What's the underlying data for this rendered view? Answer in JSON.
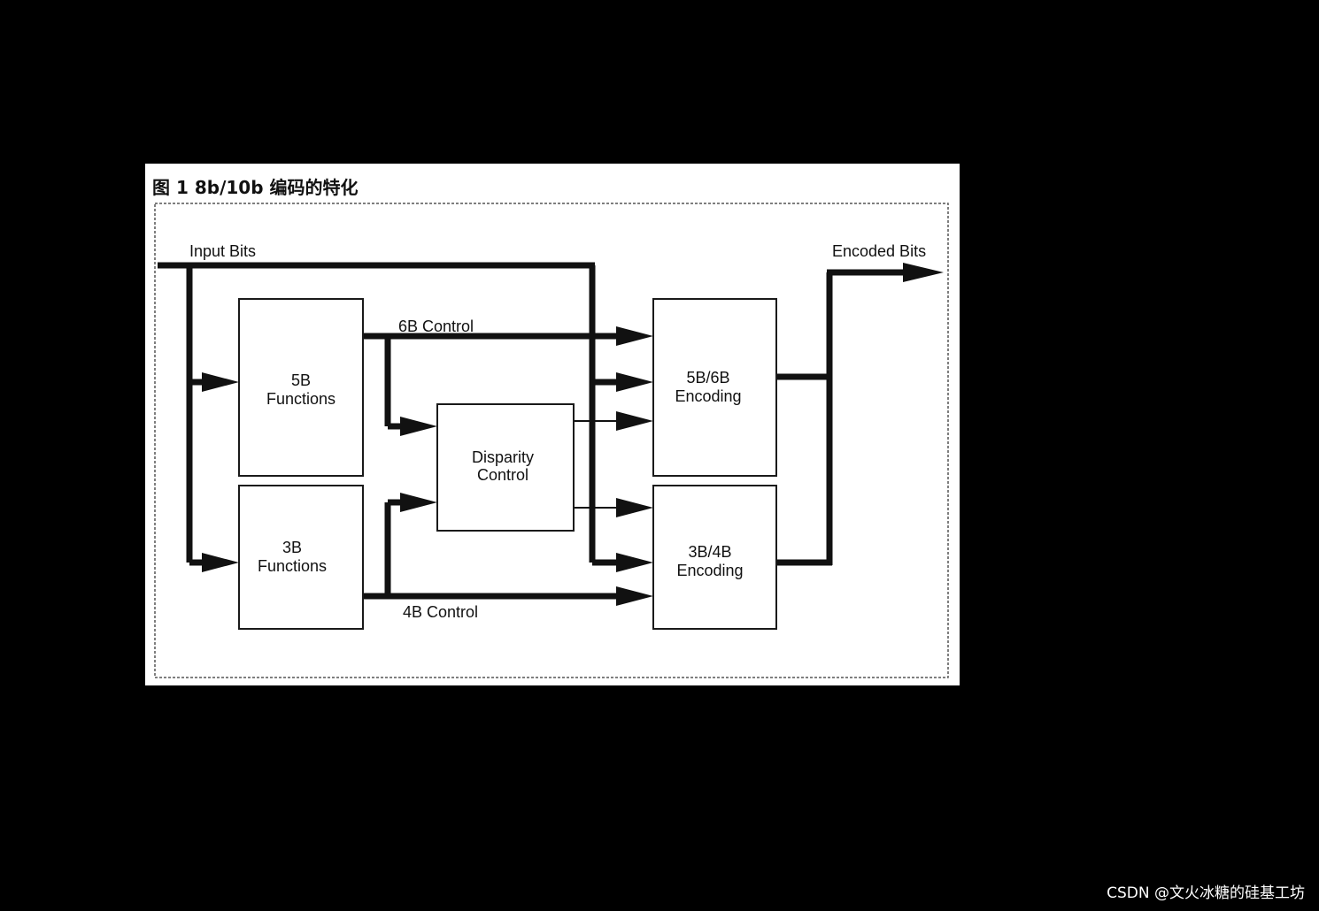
{
  "caption": "图 1  8b/10b 编码的特化",
  "blocks": {
    "f5b_line1": "5B",
    "f5b_line2": "Functions",
    "f3b_line1": "3B",
    "f3b_line2": "Functions",
    "disp_line1": "Disparity",
    "disp_line2": "Control",
    "enc56_line1": "5B/6B",
    "enc56_line2": "Encoding",
    "enc34_line1": "3B/4B",
    "enc34_line2": "Encoding"
  },
  "signals": {
    "input": "Input Bits",
    "output": "Encoded Bits",
    "ctrl6b": "6B Control",
    "ctrl4b": "4B Control"
  },
  "watermark": "CSDN @文火冰糖的硅基工坊"
}
